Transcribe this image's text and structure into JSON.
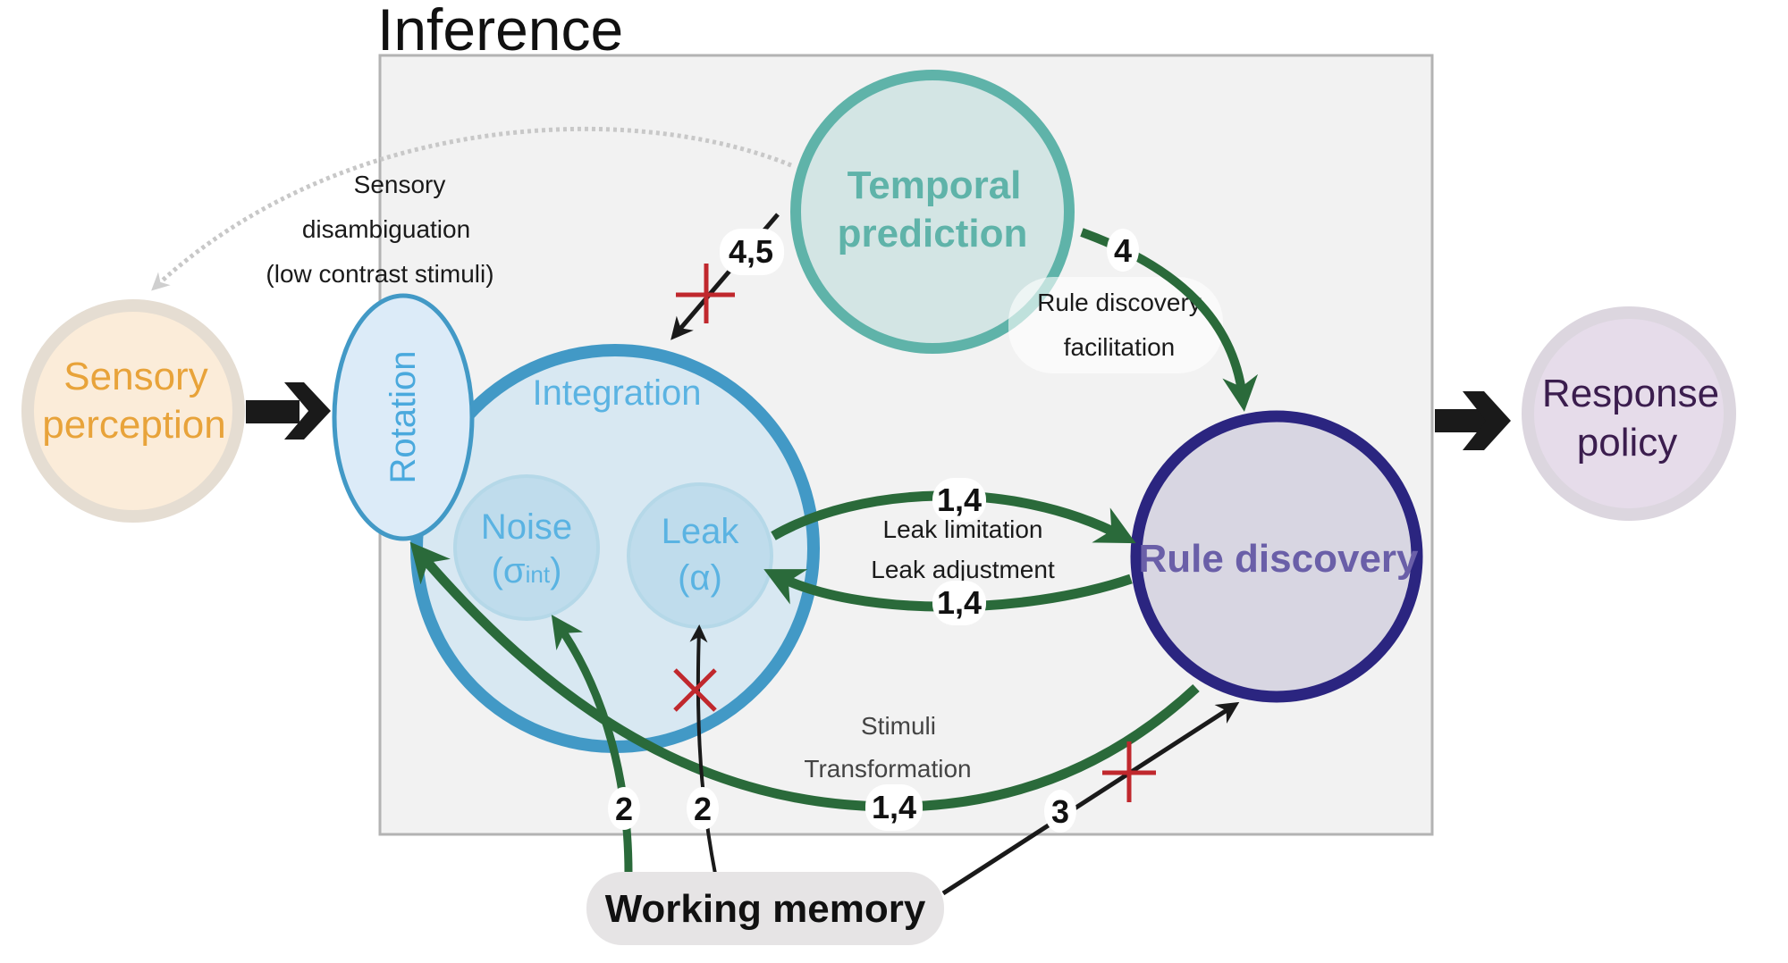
{
  "title": "Inference",
  "nodes": {
    "sensory_perception": {
      "line1": "Sensory",
      "line2": "perception",
      "color": "#e8a33a"
    },
    "rotation": {
      "label": "Rotation",
      "color": "#4aa9dd"
    },
    "integration": {
      "label": "Integration",
      "color": "#5ab3e2"
    },
    "noise": {
      "line1": "Noise",
      "line2_open": "(",
      "sigma": "σ",
      "sub": "int",
      "line2_close": ")",
      "color": "#5ab3e2"
    },
    "leak": {
      "line1": "Leak",
      "line2": "(α)",
      "color": "#5ab3e2"
    },
    "temporal_prediction": {
      "line1": "Temporal",
      "line2": "prediction",
      "color": "#5fb3a9"
    },
    "rule_discovery": {
      "label": "Rule discovery",
      "color": "#6a5fa8"
    },
    "response_policy": {
      "line1": "Response",
      "line2": "policy",
      "color": "#3b1d4e"
    },
    "working_memory": {
      "label": "Working memory"
    }
  },
  "annotations": {
    "sensory_disambiguation": {
      "line1": "Sensory",
      "line2": "disambiguation",
      "line3": "(low contrast stimuli)"
    },
    "rule_discovery_facilitation": {
      "line1": "Rule discovery",
      "line2": "facilitation"
    },
    "leak_limitation": "Leak limitation",
    "leak_adjustment": "Leak adjustment",
    "stimuli_transformation": {
      "line1": "Stimuli",
      "line2": "Transformation"
    }
  },
  "edge_labels": {
    "temporal_to_integration": "4,5",
    "temporal_to_rule": "4",
    "leak_to_rule": "1,4",
    "rule_to_leak": "1,4",
    "rule_to_rotation": "1,4",
    "wm_to_noise": "2",
    "wm_to_leak": "2",
    "wm_to_rule": "3"
  },
  "colors": {
    "green_arrow": "#2a6a3a",
    "black_arrow": "#1a1a1a",
    "red_cross": "#c0282d",
    "box_fill": "#f2f2f2",
    "box_border": "#b3b3b3"
  }
}
